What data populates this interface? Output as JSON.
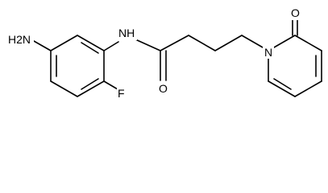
{
  "molecule": {
    "labels": {
      "amine": "H2N",
      "amide_nh": "NH",
      "amide_o": "O",
      "fluorine": "F",
      "ring_n": "N",
      "pyridone_o": "O"
    },
    "colors": {
      "bond": "#000000",
      "text": "#000000",
      "background": "#ffffff"
    }
  }
}
